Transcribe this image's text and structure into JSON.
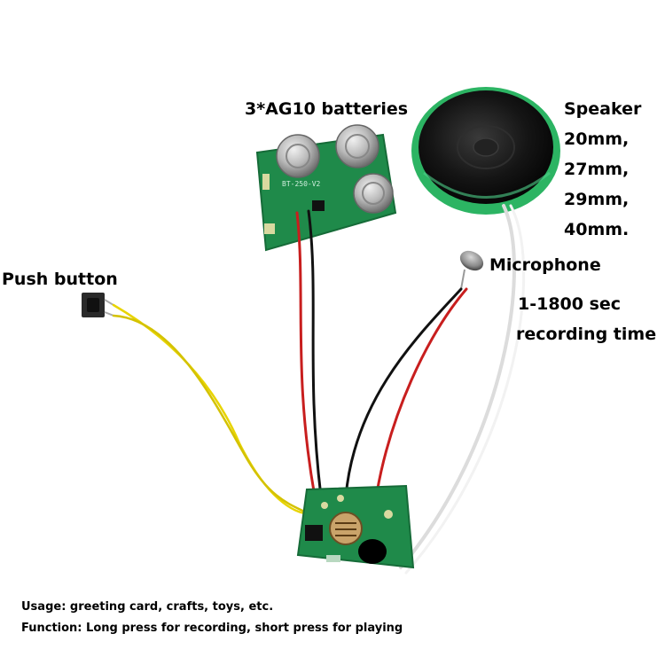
{
  "labels": {
    "batteries": "3*AG10 batteries",
    "speaker_title": "Speaker",
    "speaker_sizes": [
      "20mm,",
      "27mm,",
      "29mm,",
      "40mm."
    ],
    "push_button": "Push button",
    "microphone": "Microphone",
    "recording_range": "1-1800 sec",
    "recording_time": "recording time",
    "usage": "Usage: greeting card, crafts, toys, etc.",
    "function": "Function: Long press for recording, short press for playing"
  },
  "colors": {
    "pcb_green": "#1f8a4a",
    "speaker_rim": "#2cb463",
    "speaker_cone": "#151515",
    "wire_red": "#c81e1e",
    "wire_black": "#111111",
    "wire_yellow": "#e8d400",
    "wire_white": "#f2f2f2",
    "battery_silver": "#b9b9b9"
  }
}
